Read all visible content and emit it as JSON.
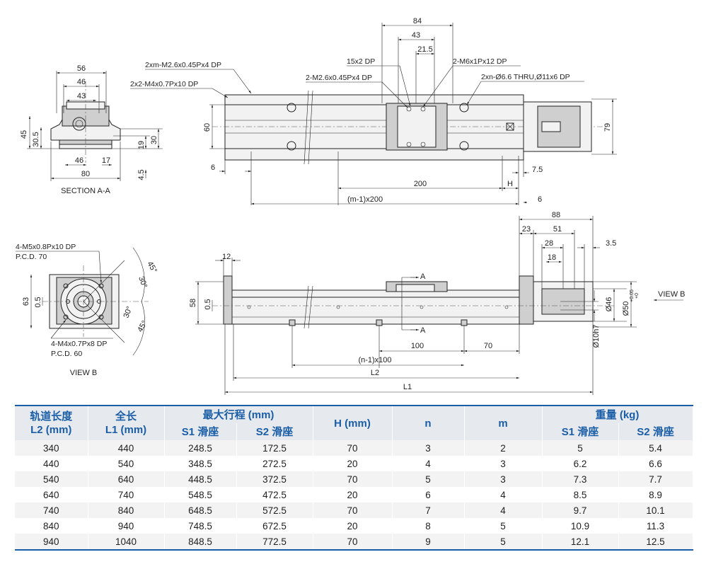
{
  "section_aa": {
    "dims": {
      "w56": "56",
      "w46t": "46",
      "w43": "43",
      "h45": "45",
      "h30_5": "30.5",
      "h19": "19",
      "h30": "30",
      "w46b": "46",
      "w17": "17",
      "w80": "80",
      "h4_5": "4.5"
    },
    "caption": "SECTION A-A"
  },
  "top_view": {
    "dims": {
      "d84": "84",
      "d43": "43",
      "d21_5": "21.5",
      "d60": "60",
      "d79": "79",
      "d6a": "6",
      "d200": "200",
      "dH": "H",
      "d7_5": "7.5",
      "d6b": "6",
      "dm": "(m-1)x200"
    },
    "callouts": {
      "c1": "2xm-M2.6x0.45Px4 DP",
      "c2": "2x2-M4x0.7Px10 DP",
      "c3": "15x2 DP",
      "c4": "2-M6x1Px12 DP",
      "c5": "2-M2.6x0.45Px4 DP",
      "c6": "2xn-Ø6.6 THRU,Ø11x6 DP"
    }
  },
  "view_b": {
    "callouts": {
      "c1": "4-M5x0.8Px10 DP",
      "c2": "P.C.D. 70",
      "c3": "4-M4x0.7Px8 DP",
      "c4": "P.C.D. 60"
    },
    "dims": {
      "d63": "63",
      "d0_5": "0.5",
      "a45a": "45°",
      "a30a": "30°",
      "a30b": "30°",
      "a45b": "45°"
    },
    "caption": "VIEW B"
  },
  "side_view": {
    "dims": {
      "d88": "88",
      "d23": "23",
      "d51": "51",
      "d28": "28",
      "d3_5": "3.5",
      "d18": "18",
      "d12": "12",
      "d58": "58",
      "d0_5": "0.5",
      "d46": "Ø46",
      "d50": "Ø50",
      "d50tol": "+0.05",
      "d50tol2": "+0",
      "d10": "Ø10h7",
      "d100": "100",
      "d70": "70",
      "dn": "(n-1)x100",
      "dL2": "L2",
      "dL1": "L1"
    },
    "labels": {
      "A1": "A",
      "A2": "A",
      "viewb": "VIEW B"
    }
  },
  "table": {
    "headers": {
      "rail_length": "轨道长度",
      "rail_length_unit": "L2 (mm)",
      "total_length": "全长",
      "total_length_unit": "L1 (mm)",
      "max_stroke": "最大行程 (mm)",
      "s1": "S1 滑座",
      "s2": "S2 滑座",
      "h": "H (mm)",
      "n": "n",
      "m": "m",
      "weight": "重量 (kg)",
      "ws1": "S1 滑座",
      "ws2": "S2 滑座"
    },
    "rows": [
      [
        "340",
        "440",
        "248.5",
        "172.5",
        "70",
        "3",
        "2",
        "5",
        "5.4"
      ],
      [
        "440",
        "540",
        "348.5",
        "272.5",
        "20",
        "4",
        "3",
        "6.2",
        "6.6"
      ],
      [
        "540",
        "640",
        "448.5",
        "372.5",
        "70",
        "5",
        "3",
        "7.3",
        "7.7"
      ],
      [
        "640",
        "740",
        "548.5",
        "472.5",
        "20",
        "6",
        "4",
        "8.5",
        "8.9"
      ],
      [
        "740",
        "840",
        "648.5",
        "572.5",
        "70",
        "7",
        "4",
        "9.7",
        "10.1"
      ],
      [
        "840",
        "940",
        "748.5",
        "672.5",
        "20",
        "8",
        "5",
        "10.9",
        "11.3"
      ],
      [
        "940",
        "1040",
        "848.5",
        "772.5",
        "70",
        "9",
        "5",
        "12.1",
        "12.5"
      ]
    ]
  }
}
